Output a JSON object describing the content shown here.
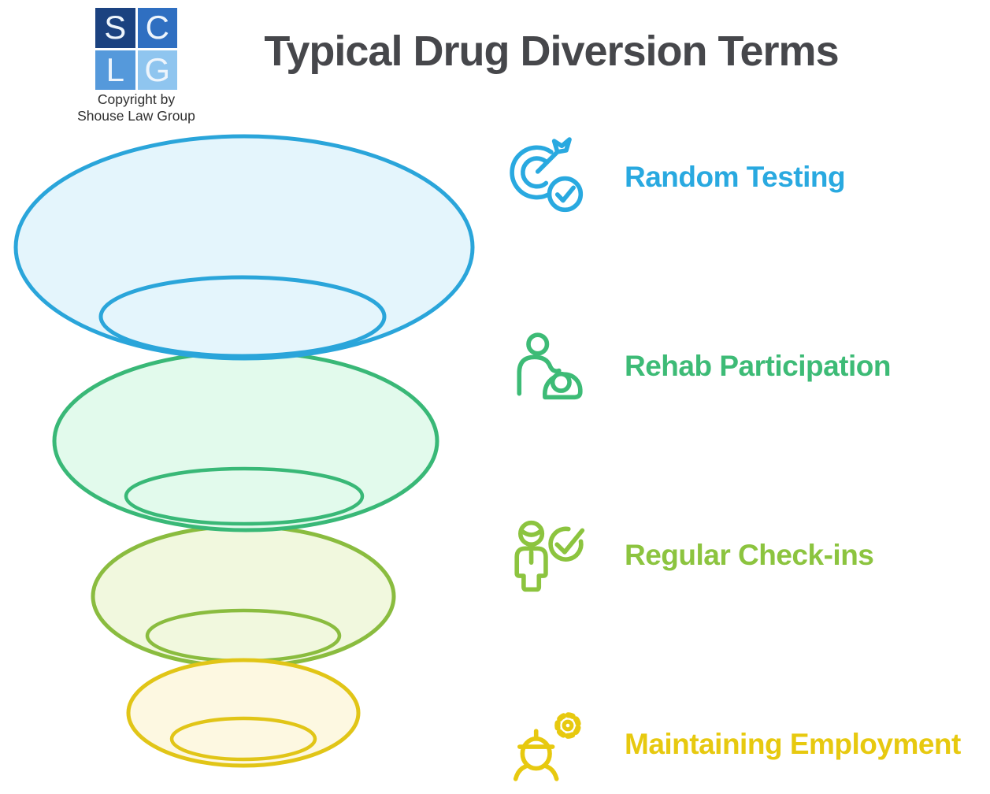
{
  "logo": {
    "cells": [
      {
        "letter": "S",
        "bg": "#1b4280"
      },
      {
        "letter": "C",
        "bg": "#2f6fc1"
      },
      {
        "letter": "L",
        "bg": "#5599db"
      },
      {
        "letter": "G",
        "bg": "#8fc5ef"
      }
    ],
    "copyright": [
      "Copyright by",
      "Shouse Law Group"
    ]
  },
  "header": {
    "title": "Typical Drug Diversion Terms"
  },
  "funnel": {
    "type": "funnel",
    "title": "Typical Drug Diversion Terms",
    "levels": [
      {
        "rank": 1,
        "label": "Random Testing",
        "icon": "target-dart-check-icon",
        "color": "#29a9e0",
        "stroke": "#2aa5da",
        "fill": "#e4f5fc"
      },
      {
        "rank": 2,
        "label": "Rehab Participation",
        "icon": "counseling-person-icon",
        "color": "#3dbb76",
        "stroke": "#39b877",
        "fill": "#e2faec"
      },
      {
        "rank": 3,
        "label": "Regular Check-ins",
        "icon": "person-check-icon",
        "color": "#8cc43f",
        "stroke": "#8abc3f",
        "fill": "#f1f8de"
      },
      {
        "rank": 4,
        "label": "Maintaining Employment",
        "icon": "worker-gear-icon",
        "color": "#e7c90f",
        "stroke": "#e1c517",
        "fill": "#fdf8e1"
      }
    ]
  }
}
